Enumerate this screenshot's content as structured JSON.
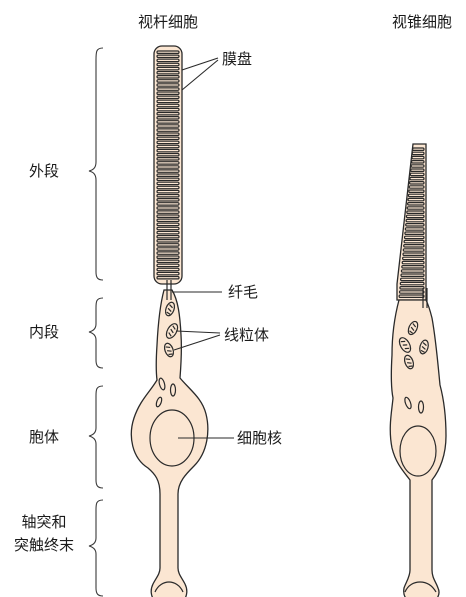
{
  "titles": {
    "rod": "视杆细胞",
    "cone": "视锥细胞"
  },
  "regions": {
    "outer_segment": "外段",
    "inner_segment": "内段",
    "cell_body": "胞体",
    "terminal_line1": "轴突和",
    "terminal_line2": "突触终末"
  },
  "callouts": {
    "membrane_discs": "膜盘",
    "cilium": "纤毛",
    "mitochondria": "线粒体",
    "nucleus": "细胞核"
  },
  "colors": {
    "cytoplasm": "#fbe6d2",
    "outline": "#2a2a2a"
  }
}
